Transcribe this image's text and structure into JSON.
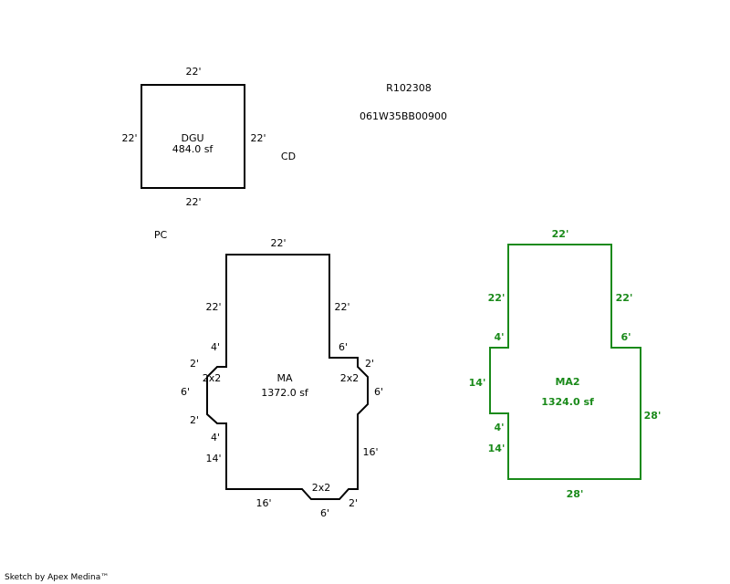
{
  "parcel": {
    "account": "R102308",
    "map_number": "061W35BB00900",
    "cd_label": "CD",
    "pc_label": "PC"
  },
  "colors": {
    "outline": "#000000",
    "ma2": "#1a8a1a"
  },
  "dgu": {
    "name": "DGU",
    "area": "484.0 sf",
    "dim_top": "22'",
    "dim_bottom": "22'",
    "dim_left": "22'",
    "dim_right": "22'"
  },
  "ma": {
    "name": "MA",
    "area": "1372.0 sf",
    "dim_top": "22'",
    "dim_left_upper": "22'",
    "dim_right_upper": "22'",
    "dim_step_left": "4'",
    "dim_step_right": "6'",
    "dim_bay_left_top": "2'",
    "dim_bay_left_bottom": "2'",
    "dim_bay_right_top": "2'",
    "dim_bay_left_side": "6'",
    "dim_bay_right_side": "6'",
    "bay_left_label": "2x2",
    "bay_right_label": "2x2",
    "dim_left_step_lower": "4'",
    "dim_left_lower": "14'",
    "dim_right_lower": "16'",
    "dim_bottom_left": "16'",
    "bottom_bay_label": "2x2",
    "dim_bottom_bay": "6'",
    "dim_bottom_right": "2'"
  },
  "ma2": {
    "name": "MA2",
    "area": "1324.0 sf",
    "dim_top": "22'",
    "dim_left_upper": "22'",
    "dim_right_upper": "22'",
    "dim_step_left_upper": "4'",
    "dim_step_right": "6'",
    "dim_left_middle": "14'",
    "dim_step_left_lower": "4'",
    "dim_left_lower": "14'",
    "dim_right_lower": "28'",
    "dim_bottom": "28'"
  },
  "footer": {
    "credit": "Sketch by Apex Medina™"
  }
}
